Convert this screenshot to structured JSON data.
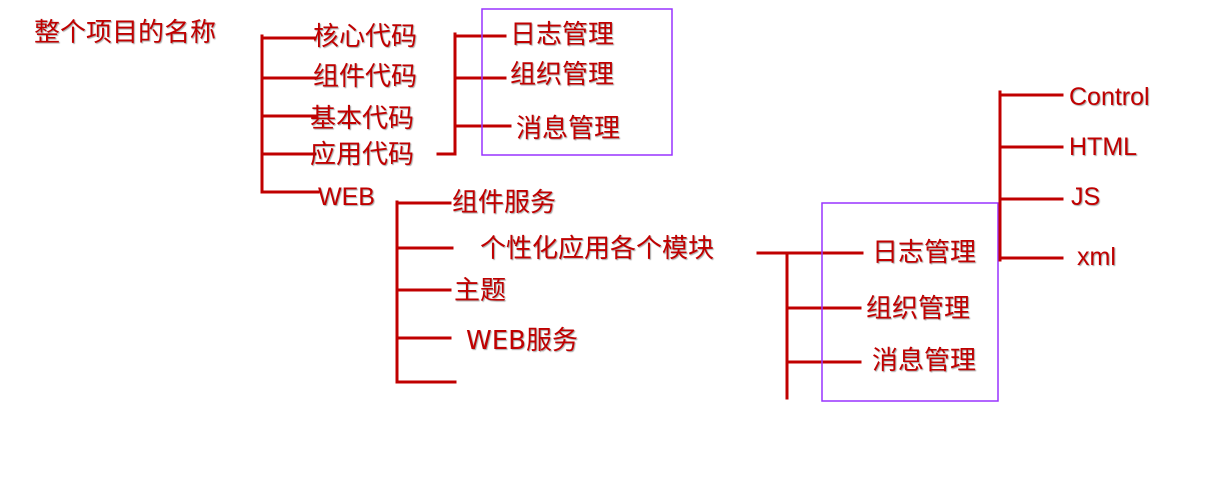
{
  "root": "整个项目的名称",
  "level1": [
    "核心代码",
    "组件代码",
    "基本代码",
    "应用代码",
    "WEB"
  ],
  "code_modules": [
    "日志管理",
    "组织管理",
    "消息管理"
  ],
  "web_children": [
    "组件服务",
    "个性化应用各个模块",
    "主题",
    "WEB服务"
  ],
  "app_modules": [
    "日志管理",
    "组织管理",
    "消息管理"
  ],
  "log_children": [
    "Control",
    "HTML",
    "JS",
    "xml"
  ],
  "colors": {
    "text": "#c00000",
    "line": "#c00000",
    "box": "#9933ff",
    "background": "#ffffff"
  }
}
